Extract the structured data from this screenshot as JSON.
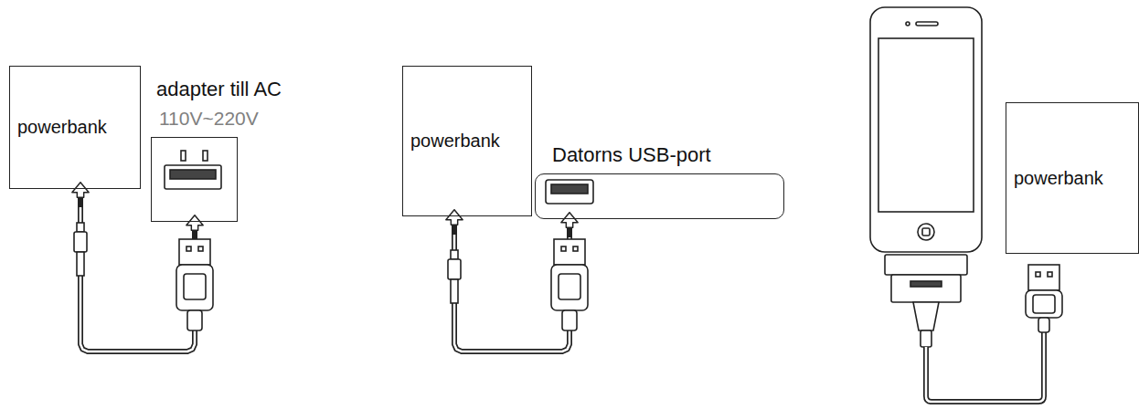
{
  "diagram": {
    "nodes": [
      {
        "text": [
          "powerbank"
        ]
      },
      {
        "text": [
          "adapter till AC",
          "110V~220V"
        ]
      },
      {
        "text": [
          "powerbank"
        ]
      },
      {
        "text": [
          "Datorns USB-port"
        ]
      },
      {
        "text": [
          "powerbank"
        ]
      }
    ],
    "edges": [
      {
        "from": 0,
        "to": 1,
        "arrow": "both"
      },
      {
        "from": 2,
        "to": 3,
        "arrow": "both"
      }
    ]
  }
}
